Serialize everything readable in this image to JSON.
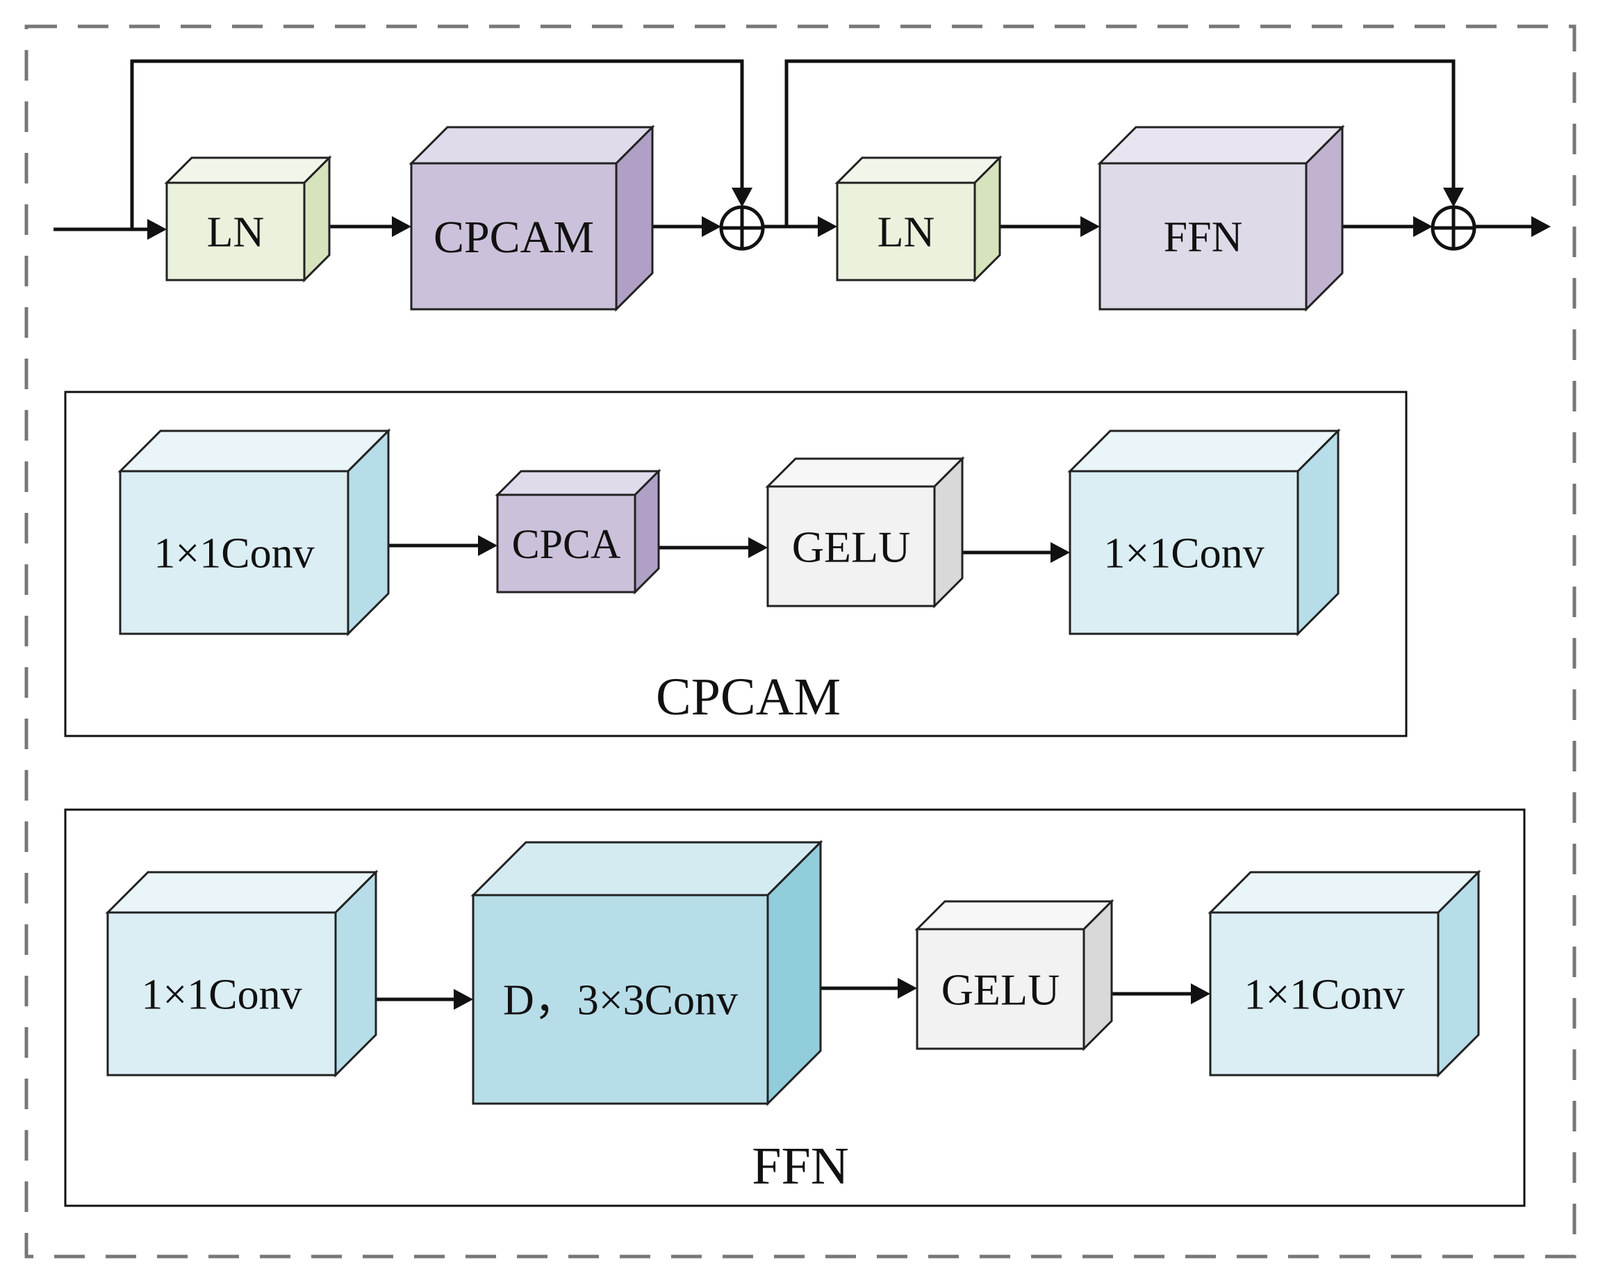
{
  "top_row": {
    "ln1": "LN",
    "cpcam": "CPCAM",
    "ln2": "LN",
    "ffn": "FFN"
  },
  "cpcam_panel": {
    "title": "CPCAM",
    "conv_in": "1×1Conv",
    "cpca": "CPCA",
    "gelu": "GELU",
    "conv_out": "1×1Conv"
  },
  "ffn_panel": {
    "title": "FFN",
    "conv_in": "1×1Conv",
    "dconv": "D，3×3Conv",
    "gelu": "GELU",
    "conv_out": "1×1Conv"
  },
  "colors": {
    "ln_front": "#eaf1dc",
    "ln_top": "#f2f6ea",
    "ln_side": "#d6e3bc",
    "cpcam_front": "#ccc1da",
    "cpcam_top": "#e0dbea",
    "cpcam_side": "#b0a0c6",
    "ffn_front": "#dedae8",
    "ffn_top": "#e9e5f0",
    "ffn_side": "#c1b3d0",
    "conv_front": "#daeef3",
    "conv_top": "#e9f5f8",
    "conv_side": "#b7dde8",
    "dconv_front": "#b7dde8",
    "dconv_top": "#d4ebf1",
    "dconv_side": "#92cddc",
    "gelu_front": "#f2f2f2",
    "gelu_top": "#f7f7f7",
    "gelu_side": "#d9d9d9"
  },
  "icons": {
    "add": "circle-plus-icon",
    "arrow": "arrowhead-icon"
  }
}
